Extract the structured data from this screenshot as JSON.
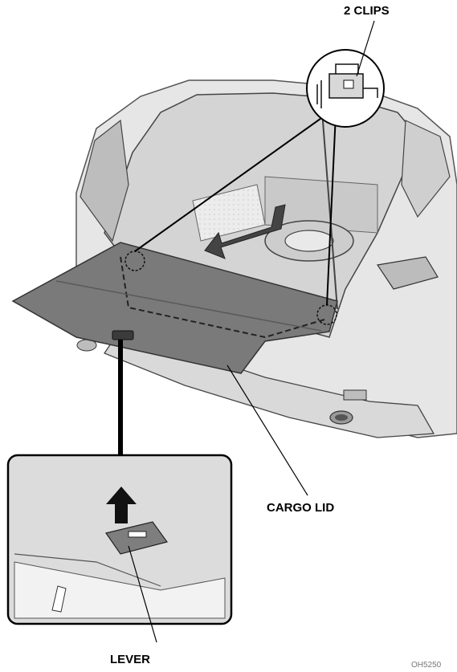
{
  "labels": {
    "clips": "2 CLIPS",
    "cargo_lid": "CARGO LID",
    "lever": "LEVER",
    "figure_code": "OH5250"
  },
  "colors": {
    "lid": "#7a7a7a",
    "body": "#e4e4e4",
    "line": "#000000",
    "inset_bg": "#dcdcdc"
  },
  "icons": {
    "arrow_slide": "arrow-left-icon",
    "arrow_lift": "arrow-up-icon"
  }
}
